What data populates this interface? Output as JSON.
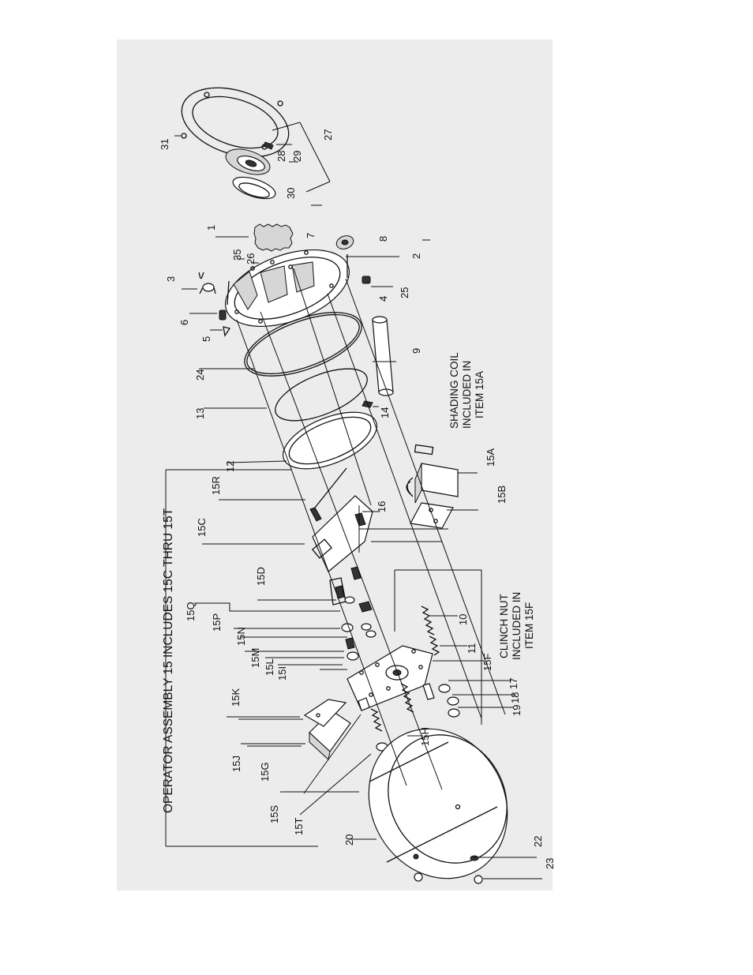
{
  "title": "OPERATOR ASSEMBLY 15 INCLUDES 15C THRU 15T",
  "notes": {
    "shading_coil": [
      "SHADING COIL",
      "INCLUDED IN",
      "ITEM 15A"
    ],
    "clinch_nut": [
      "CLINCH NUT",
      "INCLUDED IN",
      "ITEM 15F"
    ]
  },
  "labels": {
    "p1": "1",
    "p2": "2",
    "p3": "3",
    "p4": "4",
    "p5": "5",
    "p6": "6",
    "p7": "7",
    "p8": "8",
    "p9": "9",
    "p10": "10",
    "p11": "11",
    "p12": "12",
    "p13": "13",
    "p14": "14",
    "p15a": "15A",
    "p15b": "15B",
    "p15c": "15C",
    "p15d": "15D",
    "p15f": "15F",
    "p15g": "15G",
    "p15h": "15H",
    "p15i": "15I",
    "p15j": "15J",
    "p15k": "15K",
    "p15l": "15L",
    "p15m": "15M",
    "p15n": "15N",
    "p15p": "15P",
    "p15q": "15Q",
    "p15r": "15R",
    "p15s": "15S",
    "p15t": "15T",
    "p16": "16",
    "p17": "17",
    "p18": "18",
    "p19": "19",
    "p20": "20",
    "p22": "22",
    "p23": "23",
    "p24": "24",
    "p25": "25",
    "p26": "26",
    "p27": "27",
    "p28": "28",
    "p29": "29",
    "p30": "30",
    "p31": "31",
    "p35": "35"
  }
}
